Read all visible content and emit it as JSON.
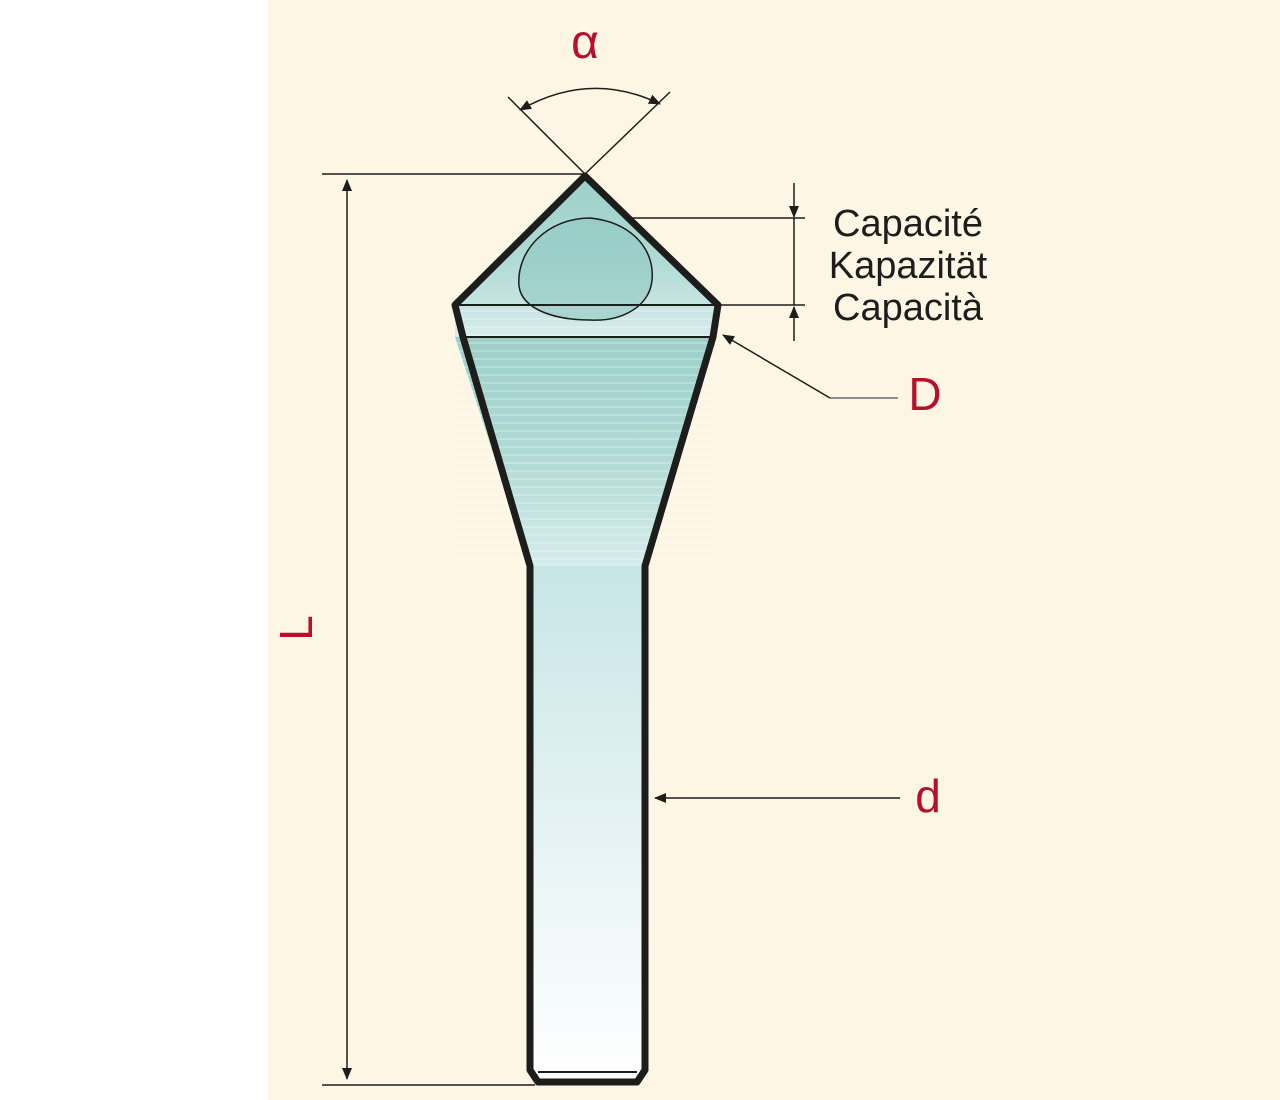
{
  "labels": {
    "angle": "α",
    "capacity_fr": "Capacité",
    "capacity_de": "Kapazität",
    "capacity_it": "Capacità",
    "diameter_major": "D",
    "diameter_shank": "d",
    "length": "L"
  },
  "colors": {
    "panel_background": "#fdf6e4",
    "label_red": "#b8102a",
    "outline": "#1d1d1b",
    "teal": "#a6d6d0",
    "teal_light": "#e7f3f3",
    "leader_gray": "#8c8c8c"
  }
}
